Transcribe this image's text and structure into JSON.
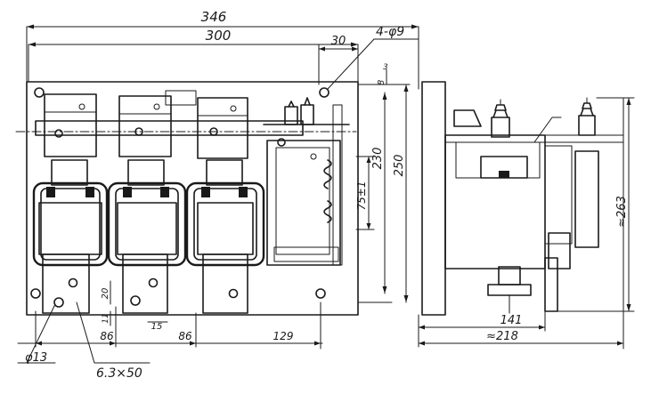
{
  "dimensions": {
    "overall_width": "346",
    "mount_width": "300",
    "edge_offset": "30",
    "hole_pattern": "4-φ9",
    "height_250": "250",
    "height_230": "230",
    "height_75": "75±1",
    "pole_spacing_1": "86",
    "pole_spacing_2": "86",
    "coil_offset": "129",
    "small_20": "20",
    "small_11": "11",
    "small_15": "15",
    "small_8": "8",
    "small_3": "3",
    "terminal_hole": "φ13",
    "terminal_bar": "6.3×50",
    "side_depth": "141",
    "side_total": "≈218",
    "side_height": "≈263"
  },
  "colors": {
    "ink": "#1a1a1a",
    "paper": "#ffffff"
  }
}
